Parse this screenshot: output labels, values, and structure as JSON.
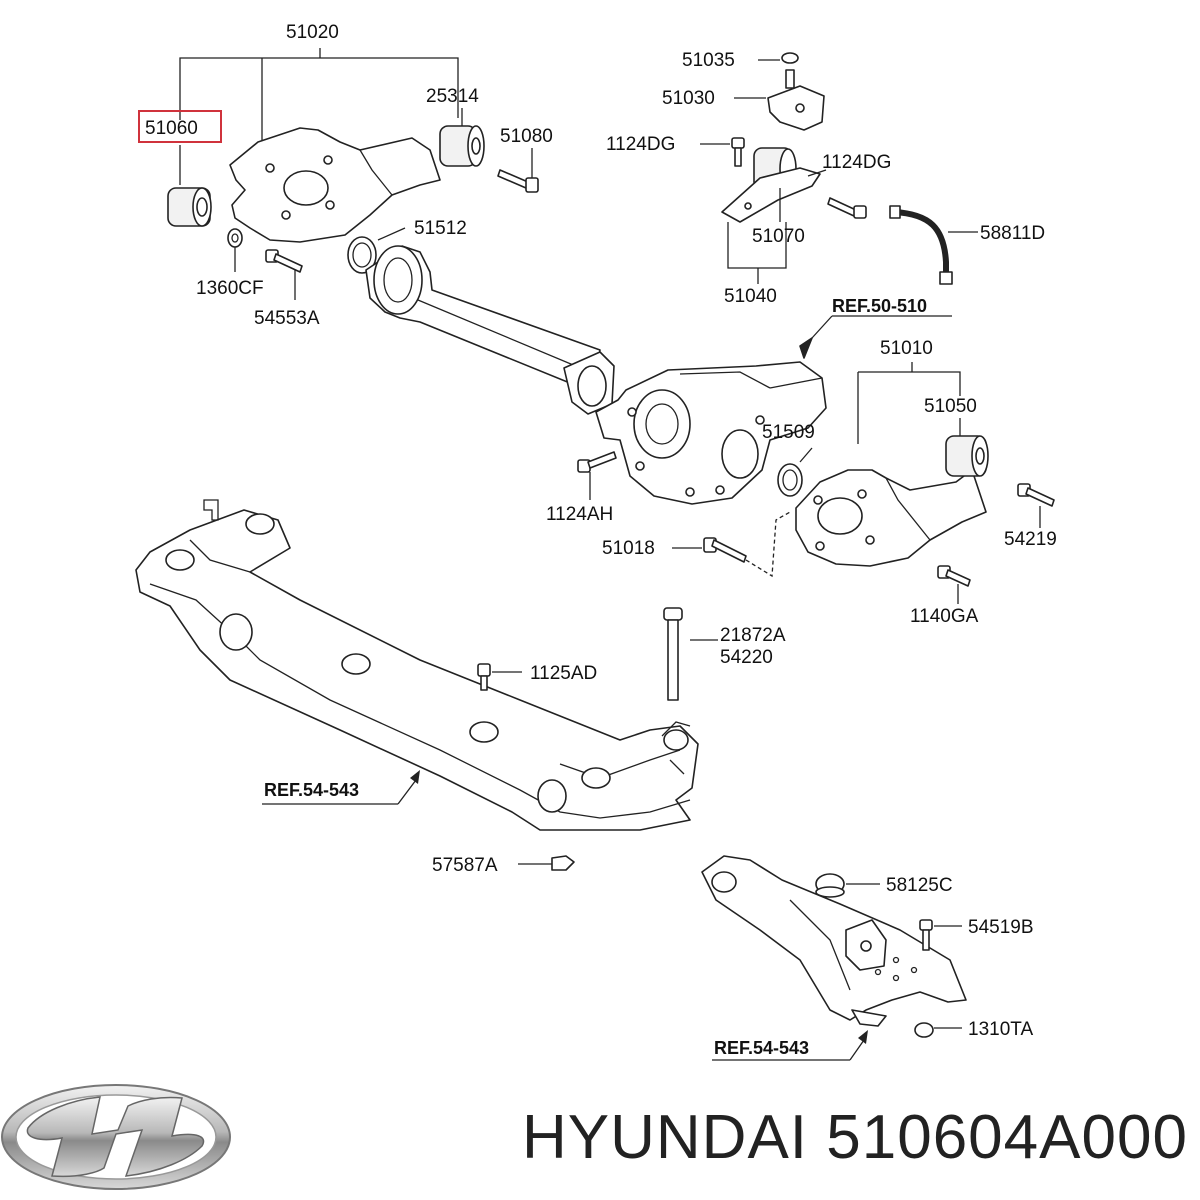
{
  "labels": {
    "l51020": "51020",
    "l51060": "51060",
    "l25314": "25314",
    "l51080": "51080",
    "l51512": "51512",
    "l1360CF": "1360CF",
    "l54553A": "54553A",
    "l51035": "51035",
    "l51030": "51030",
    "l1124DG_a": "1124DG",
    "l1124DG_b": "1124DG",
    "l51070": "51070",
    "l58811D": "58811D",
    "l51040": "51040",
    "l51010": "51010",
    "l51050": "51050",
    "l51509": "51509",
    "l1124AH": "1124AH",
    "l51018": "51018",
    "l54219": "54219",
    "l1140GA": "1140GA",
    "l21872A": "21872A",
    "l54220": "54220",
    "l1125AD": "1125AD",
    "l57587A": "57587A",
    "l58125C": "58125C",
    "l54519B": "54519B",
    "l1310TA": "1310TA"
  },
  "refs": {
    "ref_50_510": "REF.50-510",
    "ref_54_543_a": "REF.54-543",
    "ref_54_543_b": "REF.54-543"
  },
  "highlight": {
    "part": "51060",
    "color": "#d0323c"
  },
  "brand": {
    "logo_icon": "hyundai-logo",
    "caption": "HYUNDAI 510604A000"
  }
}
